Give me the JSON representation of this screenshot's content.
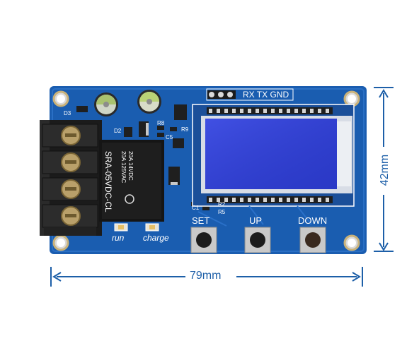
{
  "board": {
    "header_label": "RX TX GND",
    "relay_line1": "SRA-05VDC-CL",
    "relay_line2": "20A 14VDC",
    "relay_line3": "20A 125VAC",
    "set_label": "SET",
    "up_label": "UP",
    "down_label": "DOWN",
    "led_run_label": "run",
    "led_charge_label": "charge",
    "designators": [
      "D3",
      "D2",
      "R8",
      "R9",
      "C5",
      "C1",
      "R2",
      "R5"
    ]
  },
  "dimensions": {
    "width_label": "79mm",
    "height_label": "42mm"
  },
  "colors": {
    "pcb": "#1a5db0",
    "lcd": "#2f3fd0",
    "dimension_lines": "#1d5fa8"
  }
}
